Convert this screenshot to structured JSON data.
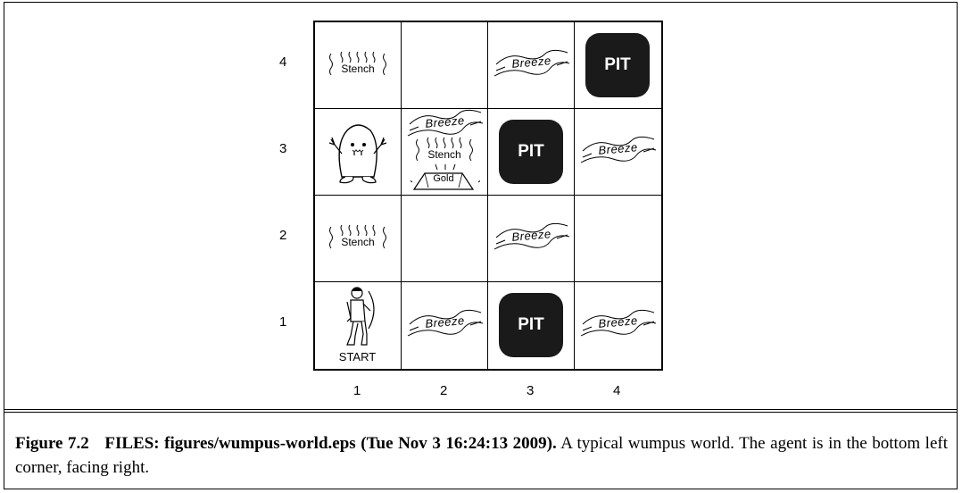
{
  "grid": {
    "row_labels": [
      "4",
      "3",
      "2",
      "1"
    ],
    "col_labels": [
      "1",
      "2",
      "3",
      "4"
    ],
    "pit_label": "PIT",
    "breeze_label": "Breeze",
    "stench_label": "Stench",
    "gold_label": "Gold",
    "start_label": "START"
  },
  "caption": {
    "figure_label": "Figure 7.2",
    "files_text": "FILES: figures/wumpus-world.eps (Tue Nov 3 16:24:13 2009).",
    "body": "A typical wumpus world. The agent is in the bottom left corner, facing right."
  }
}
